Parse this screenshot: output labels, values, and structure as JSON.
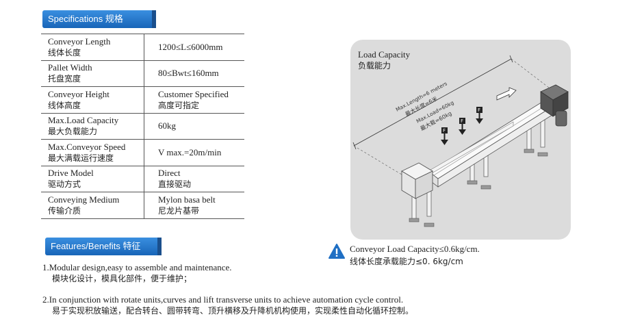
{
  "sections": {
    "specifications": "Specifications 规格",
    "features": "Features/Benefits 特征"
  },
  "specs": [
    {
      "label_en": "Conveyor Length",
      "label_cn": "线体长度",
      "value_en": "1200≤L≤6000mm",
      "value_cn": ""
    },
    {
      "label_en": "Pallet Width",
      "label_cn": "托盘宽度",
      "value_en": "80≤Bwt≤160mm",
      "value_cn": ""
    },
    {
      "label_en": "Conveyor Height",
      "label_cn": "线体高度",
      "value_en": "Customer Specified",
      "value_cn": "高度可指定"
    },
    {
      "label_en": "Max.Load Capacity",
      "label_cn": "最大负载能力",
      "value_en": "60kg",
      "value_cn": ""
    },
    {
      "label_en": "Max.Conveyor Speed",
      "label_cn": "最大满载运行速度",
      "value_en": "V max.=20m/min",
      "value_cn": ""
    },
    {
      "label_en": "Drive Model",
      "label_cn": "驱动方式",
      "value_en": "Direct",
      "value_cn": "直接驱动"
    },
    {
      "label_en": "Conveying Medium",
      "label_cn": "传输介质",
      "value_en": "Mylon basa belt",
      "value_cn": "尼龙片基带"
    }
  ],
  "diagram": {
    "title_en": "Load Capacity",
    "title_cn": "负载能力",
    "length_en": "Max.Length=6 meters",
    "length_cn": "最大长度=6米",
    "load_en": "Max.Load=60kg",
    "load_cn": "最大载=60kg",
    "force_label": "F"
  },
  "note": {
    "icon": "warning-triangle-icon",
    "line1": "Conveyor Load Capacity≤0.6kg/cm.",
    "line2": "线体长度承载能力≤0. 6kg/cm"
  },
  "features": [
    {
      "en": "1.Modular design,easy to assemble and maintenance.",
      "cn": "模块化设计，模具化部件，便于维护；"
    },
    {
      "en": "2.In conjunction with rotate units,curves and lift transverse units to achieve automation cycle control.",
      "cn": "易于实现积放输送，配合转台、圆带转弯、顶升横移及升降机机构使用，实现柔性自动化循环控制。"
    }
  ],
  "colors": {
    "tag_blue": "#1f6fc4",
    "warning_blue": "#1f6fc4",
    "panel_gray": "#dcdcdc"
  }
}
